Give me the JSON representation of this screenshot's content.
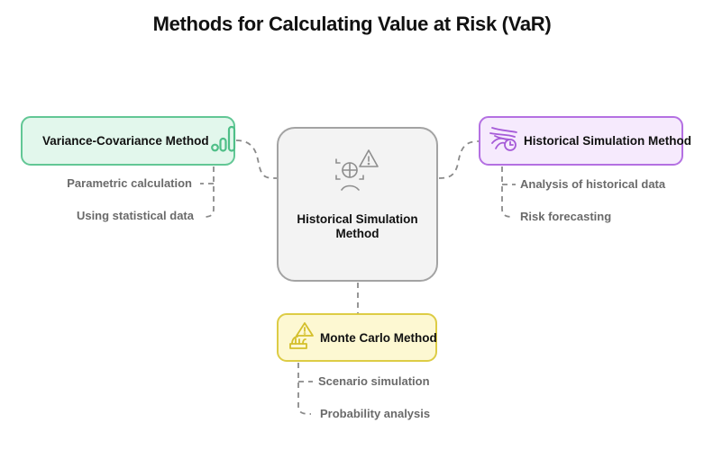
{
  "title": "Methods for Calculating Value at Risk (VaR)",
  "center": {
    "label": "Historical Simulation Method",
    "icon": "face-scan-warning-icon",
    "colors": {
      "fill": "#f3f3f3",
      "border": "#a3a3a3"
    }
  },
  "nodes": [
    {
      "id": "variance-covariance",
      "label": "Variance-Covariance Method",
      "icon": "bar-chart-icon",
      "colors": {
        "fill": "#e2f7ec",
        "border": "#62c795",
        "icon": "#4fbf88"
      },
      "details": [
        "Parametric calculation",
        "Using statistical data"
      ]
    },
    {
      "id": "historical-simulation",
      "label": "Historical Simulation Method",
      "icon": "wind-clock-icon",
      "colors": {
        "fill": "#f6eafd",
        "border": "#b470e2",
        "icon": "#a65bd8"
      },
      "details": [
        "Analysis of historical data",
        "Risk forecasting"
      ]
    },
    {
      "id": "monte-carlo",
      "label": "Monte Carlo Method",
      "icon": "warning-building-icon",
      "colors": {
        "fill": "#fdf8d2",
        "border": "#ddcc45",
        "icon": "#d4bf2a"
      },
      "details": [
        "Scenario simulation",
        "Probability analysis"
      ]
    }
  ],
  "connector_color": "#8a8a8a",
  "detail_text_color": "#6a6a6a"
}
